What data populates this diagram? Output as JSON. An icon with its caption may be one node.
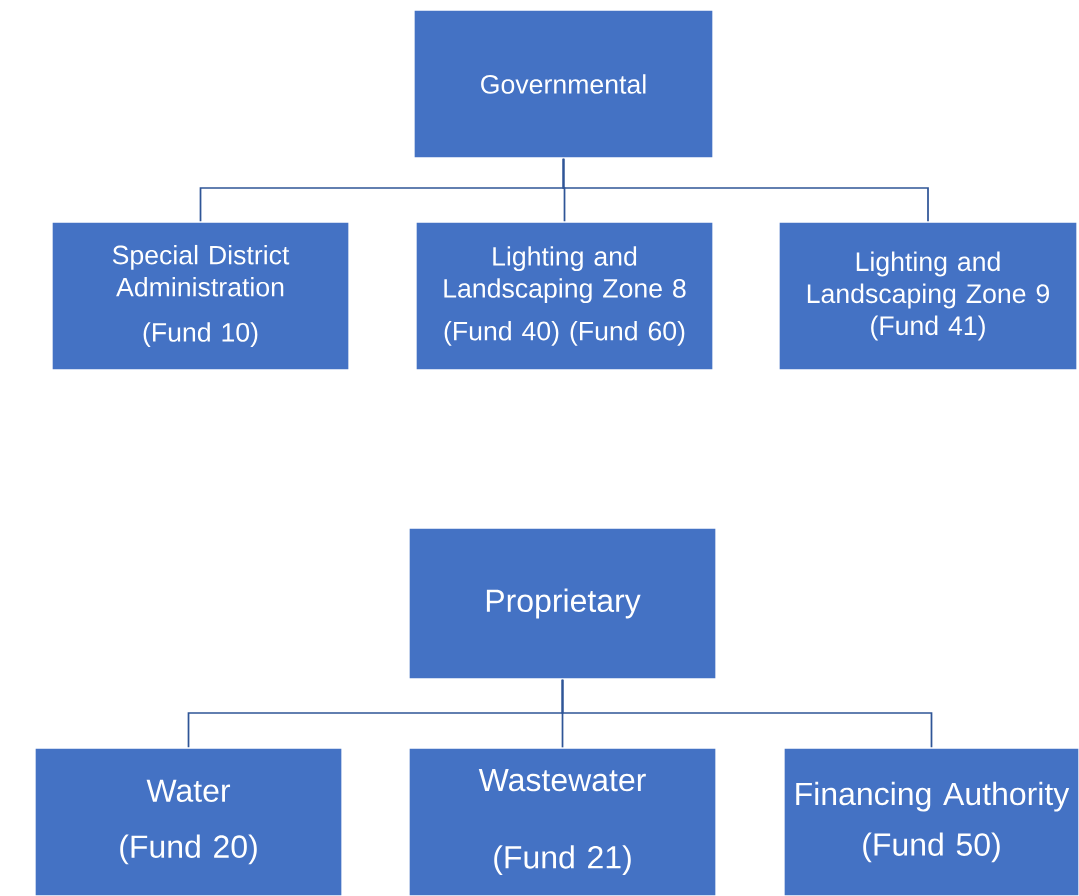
{
  "diagram": {
    "nodes": [
      {
        "text": [
          "Governmental"
        ]
      },
      {
        "text": [
          "Special District Administration",
          "(Fund 10)"
        ]
      },
      {
        "text": [
          "Lighting and Landscaping Zone 8",
          "(Fund 40) (Fund 60)"
        ]
      },
      {
        "text": [
          "Lighting and Landscaping Zone 9",
          "(Fund 41)"
        ]
      },
      {
        "text": [
          "Proprietary"
        ]
      },
      {
        "text": [
          "Water",
          "(Fund 20)"
        ]
      },
      {
        "text": [
          "Wastewater",
          "(Fund 21)"
        ]
      },
      {
        "text": [
          "Financing Authority",
          "(Fund 50)"
        ]
      }
    ],
    "edges": [
      {
        "from": 0,
        "to": 1,
        "arrow": "none"
      },
      {
        "from": 0,
        "to": 2,
        "arrow": "none"
      },
      {
        "from": 0,
        "to": 3,
        "arrow": "none"
      },
      {
        "from": 4,
        "to": 5,
        "arrow": "none"
      },
      {
        "from": 4,
        "to": 6,
        "arrow": "none"
      },
      {
        "from": 4,
        "to": 7,
        "arrow": "none"
      }
    ]
  }
}
